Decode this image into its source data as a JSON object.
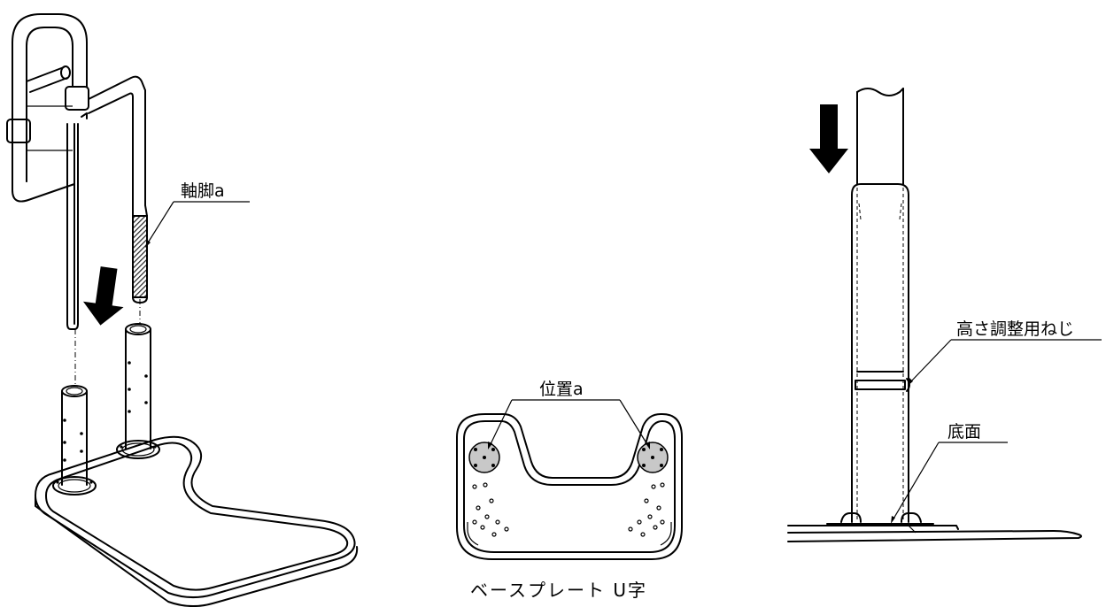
{
  "labels": {
    "shaft_leg": "軸脚a",
    "position": "位置a",
    "height_screw": "高さ調整用ねじ",
    "bottom": "底面",
    "caption": "ベースプレート U字"
  },
  "icons": {
    "insert_arrow": "down-arrow-icon"
  },
  "colors": {
    "line": "#000000",
    "hatch": "#222222",
    "mark_fill": "#c8c8c8",
    "background": "#ffffff"
  }
}
